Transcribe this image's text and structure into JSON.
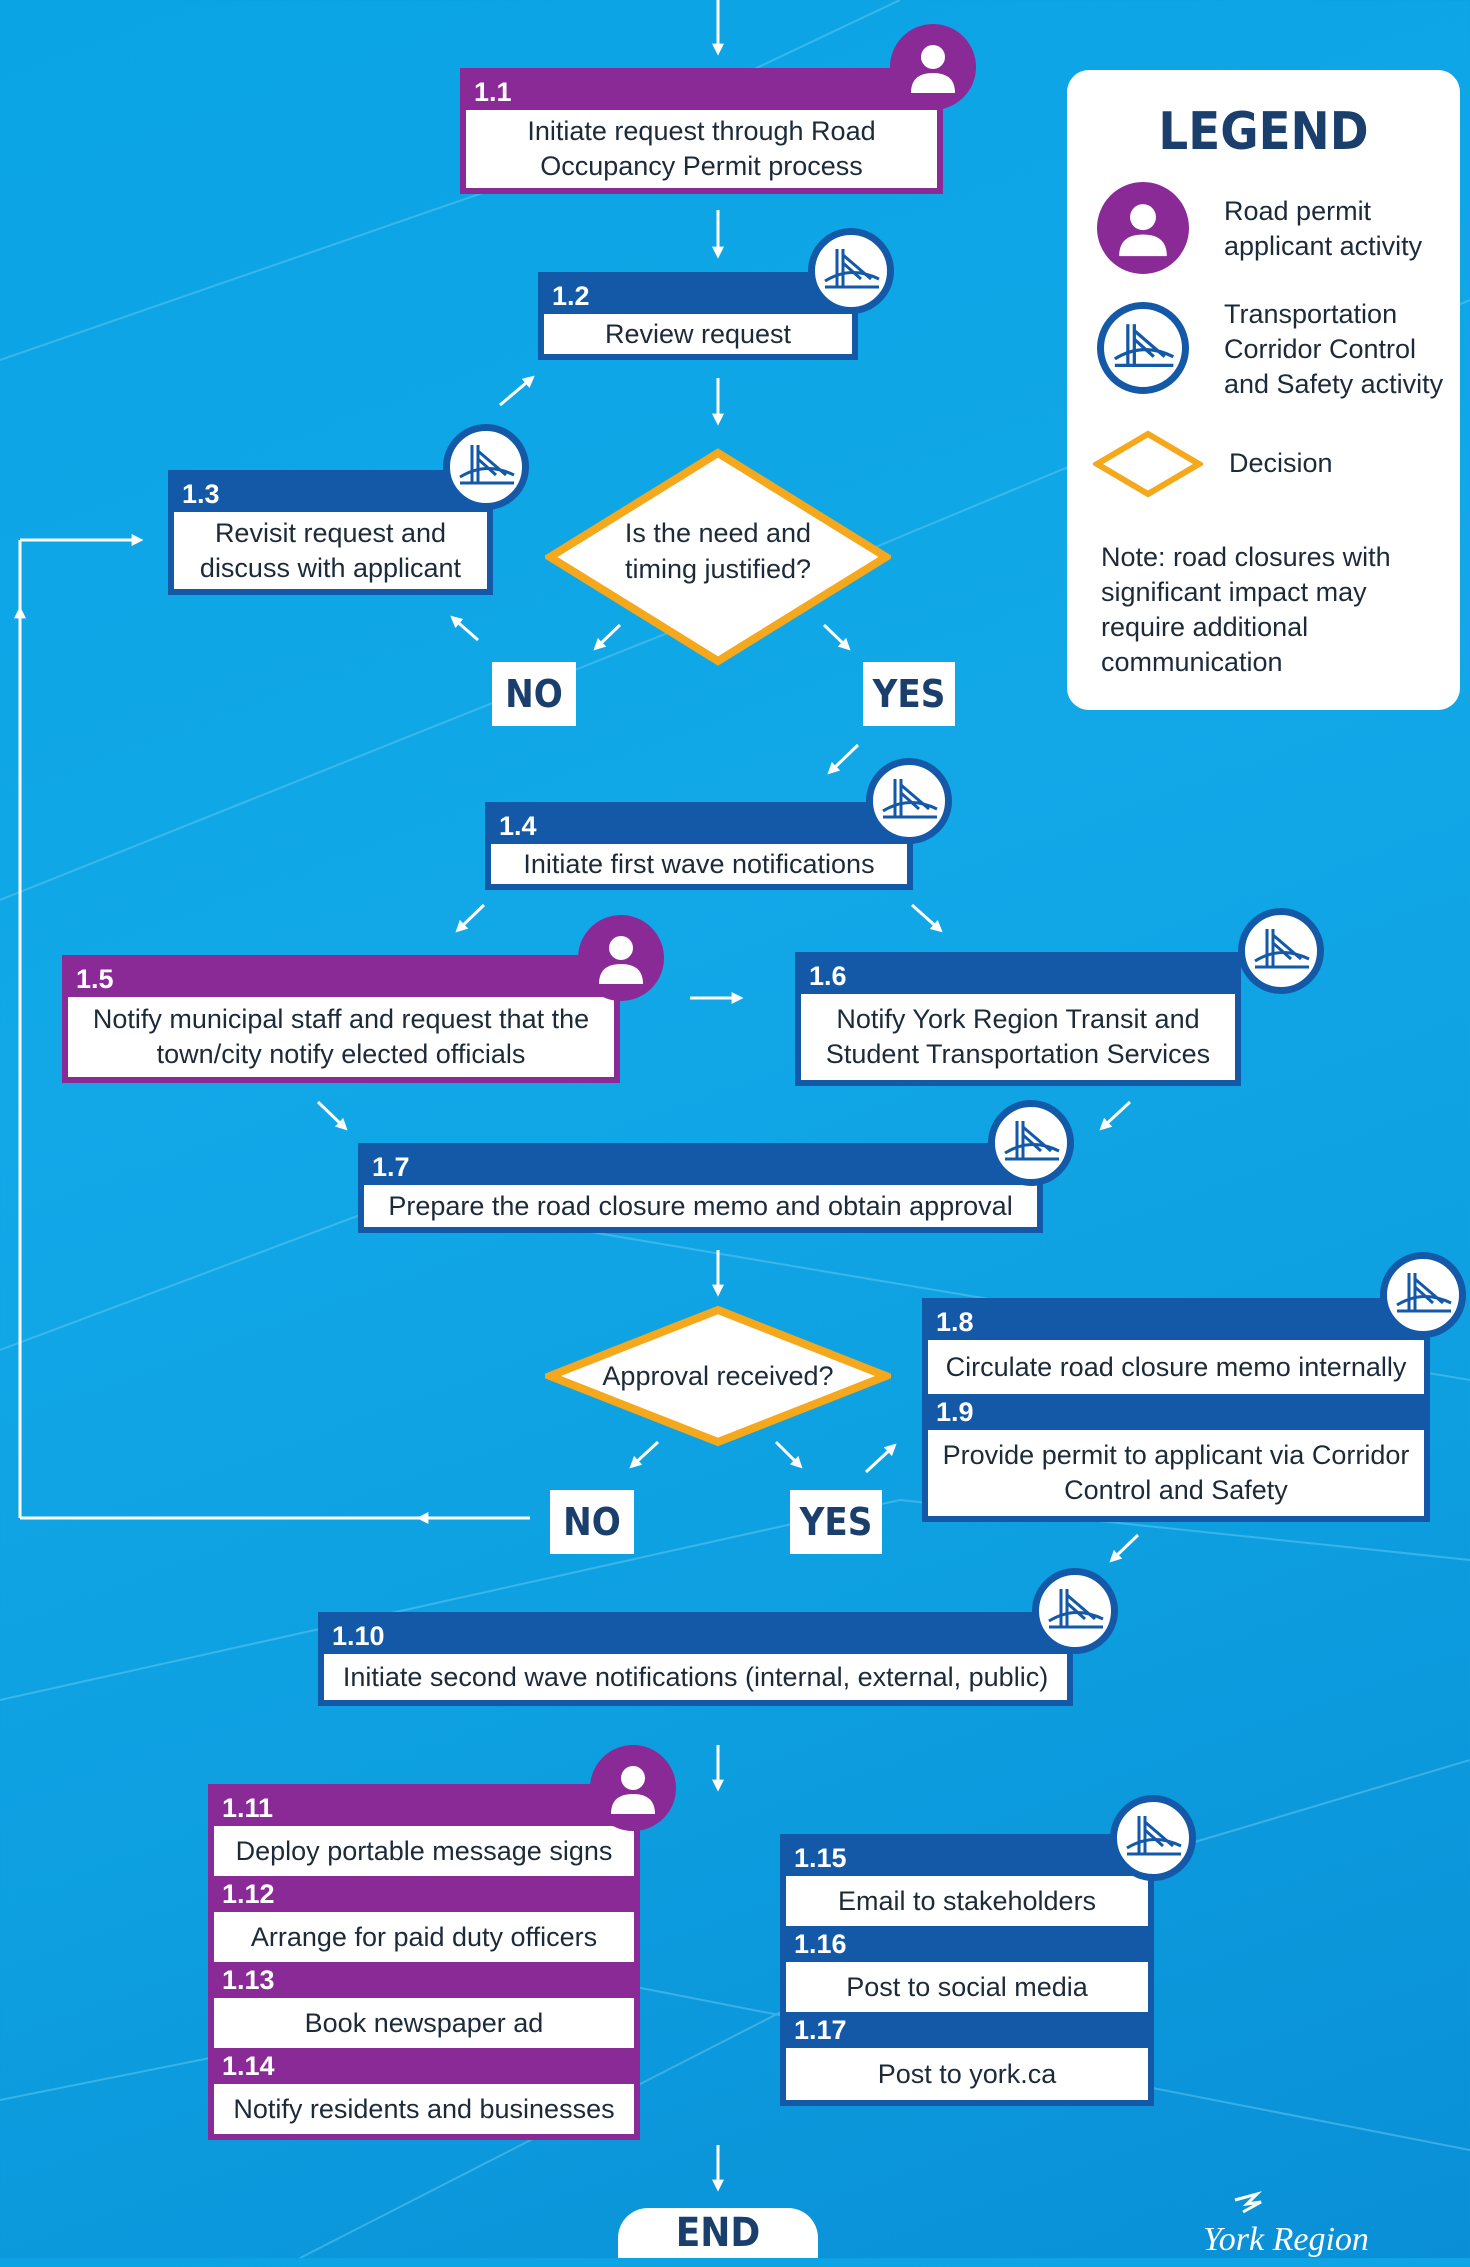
{
  "steps": {
    "s1_1": {
      "num": "1.1",
      "text": "Initiate request through Road Occupancy Permit process"
    },
    "s1_2": {
      "num": "1.2",
      "text": "Review request"
    },
    "s1_3": {
      "num": "1.3",
      "text": "Revisit request and discuss with applicant"
    },
    "s1_4": {
      "num": "1.4",
      "text": "Initiate first wave notifications"
    },
    "s1_5": {
      "num": "1.5",
      "text": "Notify municipal staff and request that the town/city notify elected officials"
    },
    "s1_6": {
      "num": "1.6",
      "text": "Notify York Region Transit and Student Transportation Services"
    },
    "s1_7": {
      "num": "1.7",
      "text": "Prepare the road closure memo and obtain approval"
    },
    "s1_8": {
      "num": "1.8",
      "text": "Circulate road closure memo internally"
    },
    "s1_9": {
      "num": "1.9",
      "text": "Provide permit to applicant via Corridor Control and Safety"
    },
    "s1_10": {
      "num": "1.10",
      "text": "Initiate second wave notifications (internal, external, public)"
    },
    "s1_11": {
      "num": "1.11",
      "text": "Deploy portable message signs"
    },
    "s1_12": {
      "num": "1.12",
      "text": "Arrange for paid duty officers"
    },
    "s1_13": {
      "num": "1.13",
      "text": "Book newspaper ad"
    },
    "s1_14": {
      "num": "1.14",
      "text": "Notify residents and businesses"
    },
    "s1_15": {
      "num": "1.15",
      "text": "Email to stakeholders"
    },
    "s1_16": {
      "num": "1.16",
      "text": "Post to social media"
    },
    "s1_17": {
      "num": "1.17",
      "text": "Post to york.ca"
    }
  },
  "decisions": {
    "d1": {
      "line1": "Is the need and",
      "line2": "timing justified?",
      "no": "NO",
      "yes": "YES"
    },
    "d2": {
      "text": "Approval received?",
      "no": "NO",
      "yes": "YES"
    }
  },
  "legend": {
    "title": "LEGEND",
    "applicant_l1": "Road permit",
    "applicant_l2": "applicant activity",
    "tcs_l1": "Transportation",
    "tcs_l2": "Corridor Control",
    "tcs_l3": "and Safety activity",
    "decision": "Decision",
    "note_l1": "Note: road closures with",
    "note_l2": "significant impact may",
    "note_l3": "require additional",
    "note_l4": "communication"
  },
  "end": "END",
  "colors": {
    "applicant": "#8a2a96",
    "tcs": "#1359a8",
    "decision": "#f5a81c",
    "background": "#0aa3e3"
  },
  "icons": {
    "applicant": "person-icon",
    "tcs": "bridge-icon",
    "decision": "diamond-icon"
  }
}
